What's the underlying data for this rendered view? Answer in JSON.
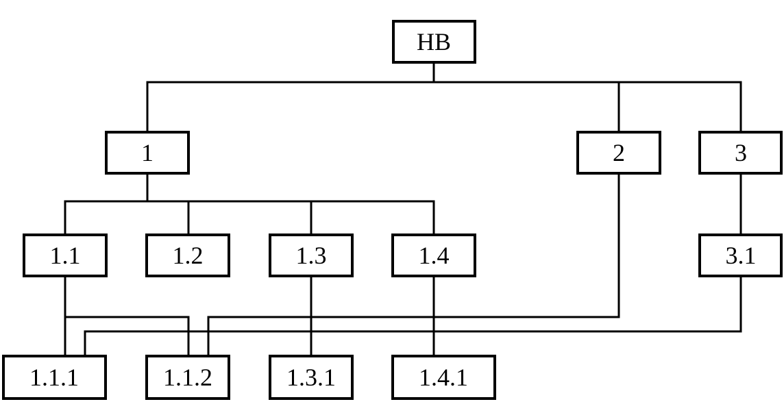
{
  "diagram": {
    "nodes": {
      "root": "НВ",
      "n1": "1",
      "n2": "2",
      "n3": "3",
      "n1_1": "1.1",
      "n1_2": "1.2",
      "n1_3": "1.3",
      "n1_4": "1.4",
      "n3_1": "3.1",
      "n1_1_1": "1.1.1",
      "n1_1_2": "1.1.2",
      "n1_3_1": "1.3.1",
      "n1_4_1": "1.4.1"
    },
    "connections": [
      {
        "from": "НВ",
        "to": "1"
      },
      {
        "from": "НВ",
        "to": "2"
      },
      {
        "from": "НВ",
        "to": "3"
      },
      {
        "from": "1",
        "to": "1.1"
      },
      {
        "from": "1",
        "to": "1.2"
      },
      {
        "from": "1",
        "to": "1.3"
      },
      {
        "from": "1",
        "to": "1.4"
      },
      {
        "from": "3",
        "to": "3.1"
      },
      {
        "from": "1.1",
        "to": "1.1.1"
      },
      {
        "from": "1.1",
        "to": "1.1.2"
      },
      {
        "from": "2",
        "to": "1.1.2"
      },
      {
        "from": "3.1",
        "to": "1.1.1"
      },
      {
        "from": "1.3",
        "to": "1.3.1"
      },
      {
        "from": "1.4",
        "to": "1.4.1"
      }
    ]
  }
}
